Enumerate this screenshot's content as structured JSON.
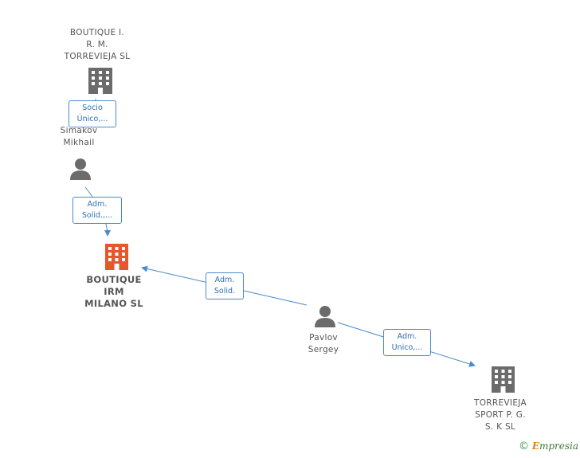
{
  "nodes": {
    "boutique_irm_torrevieja": "BOUTIQUE I.\nR. M.\nTORREVIEJA SL",
    "simakov": "Simakov\nMikhail",
    "boutique_irm_milano": "BOUTIQUE\nIRM\nMILANO SL",
    "pavlov": "Pavlov\nSergey",
    "torrevieja_sport": "TORREVIEJA\nSPORT P. G.\nS. K SL"
  },
  "edges": {
    "socio_unico": "Socio\nÚnico,...",
    "adm_solid_1": "Adm.\nSolid.,...",
    "adm_solid_2": "Adm.\nSolid.",
    "adm_unico": "Adm.\nUnico,..."
  },
  "colors": {
    "company_icon": "#6b6b6b",
    "main_company_icon": "#e8562b",
    "person_icon": "#6b6b6b",
    "edge_line": "#4a8ad0"
  },
  "brand": {
    "copyright": "©",
    "name_first": "E",
    "name_rest": "mpresia"
  }
}
